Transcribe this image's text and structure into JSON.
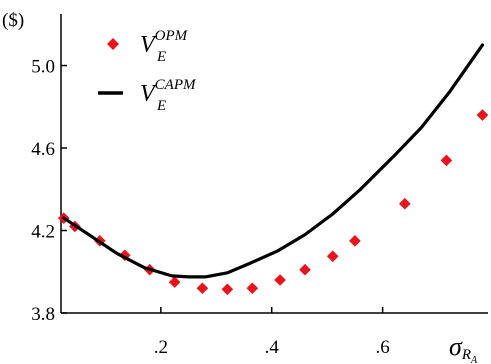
{
  "chart_data": {
    "type": "scatter",
    "unit_label": "($)",
    "xlabel": {
      "main": "σ",
      "sub": "R",
      "subsub": "A"
    },
    "xlim": [
      0.02,
      0.79
    ],
    "ylim": [
      3.8,
      5.25
    ],
    "xticks": [
      {
        "value": 0.2,
        "label": ".2"
      },
      {
        "value": 0.4,
        "label": ".4"
      },
      {
        "value": 0.6,
        "label": ".6"
      }
    ],
    "yticks": [
      {
        "value": 3.8,
        "label": "3.8"
      },
      {
        "value": 4.2,
        "label": "4.2"
      },
      {
        "value": 4.6,
        "label": "4.6"
      },
      {
        "value": 5.0,
        "label": "5.0"
      }
    ],
    "series": [
      {
        "kind": "markers",
        "color": "#e8141b",
        "legend": {
          "main": "V",
          "sup": "OPM",
          "sub": "E"
        },
        "points": [
          {
            "x": 0.025,
            "y": 4.26
          },
          {
            "x": 0.045,
            "y": 4.22
          },
          {
            "x": 0.09,
            "y": 4.15
          },
          {
            "x": 0.135,
            "y": 4.08
          },
          {
            "x": 0.18,
            "y": 4.01
          },
          {
            "x": 0.225,
            "y": 3.95
          },
          {
            "x": 0.275,
            "y": 3.92
          },
          {
            "x": 0.32,
            "y": 3.915
          },
          {
            "x": 0.365,
            "y": 3.92
          },
          {
            "x": 0.415,
            "y": 3.96
          },
          {
            "x": 0.46,
            "y": 4.01
          },
          {
            "x": 0.51,
            "y": 4.075
          },
          {
            "x": 0.55,
            "y": 4.15
          },
          {
            "x": 0.64,
            "y": 4.33
          },
          {
            "x": 0.715,
            "y": 4.54
          },
          {
            "x": 0.78,
            "y": 4.76
          }
        ]
      },
      {
        "kind": "line",
        "color": "#000000",
        "legend": {
          "main": "V",
          "sup": "CAPM",
          "sub": "E"
        },
        "points": [
          {
            "x": 0.025,
            "y": 4.26
          },
          {
            "x": 0.07,
            "y": 4.18
          },
          {
            "x": 0.12,
            "y": 4.09
          },
          {
            "x": 0.17,
            "y": 4.02
          },
          {
            "x": 0.22,
            "y": 3.98
          },
          {
            "x": 0.25,
            "y": 3.975
          },
          {
            "x": 0.28,
            "y": 3.975
          },
          {
            "x": 0.32,
            "y": 3.995
          },
          {
            "x": 0.36,
            "y": 4.04
          },
          {
            "x": 0.41,
            "y": 4.1
          },
          {
            "x": 0.46,
            "y": 4.18
          },
          {
            "x": 0.51,
            "y": 4.28
          },
          {
            "x": 0.56,
            "y": 4.4
          },
          {
            "x": 0.62,
            "y": 4.56
          },
          {
            "x": 0.67,
            "y": 4.7
          },
          {
            "x": 0.72,
            "y": 4.87
          },
          {
            "x": 0.78,
            "y": 5.1
          }
        ]
      }
    ]
  }
}
